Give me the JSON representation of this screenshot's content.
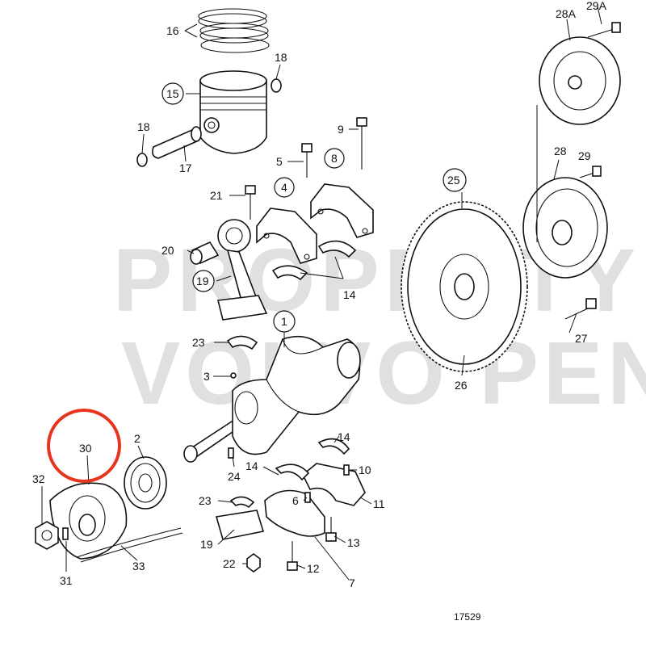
{
  "watermark": {
    "line1": "PROPERTY OF",
    "line2": "VOLVO PENTA"
  },
  "drawing_number": "17529",
  "highlight_color": "#e8341c",
  "labels": {
    "p1": "1",
    "p2": "2",
    "p3": "3",
    "p4": "4",
    "p5": "5",
    "p6": "6",
    "p7": "7",
    "p8": "8",
    "p9": "9",
    "p10": "10",
    "p11": "11",
    "p12": "12",
    "p13": "13",
    "p14a": "14",
    "p14b": "14",
    "p14c": "14",
    "p15": "15",
    "p16": "16",
    "p17": "17",
    "p18a": "18",
    "p18b": "18",
    "p19a": "19",
    "p19b": "19",
    "p20": "20",
    "p21": "21",
    "p22": "22",
    "p23a": "23",
    "p23b": "23",
    "p24": "24",
    "p25": "25",
    "p26": "26",
    "p27": "27",
    "p28": "28",
    "p28a": "28A",
    "p29": "29",
    "p29a": "29A",
    "p30": "30",
    "p31": "31",
    "p32": "32",
    "p33": "33"
  }
}
